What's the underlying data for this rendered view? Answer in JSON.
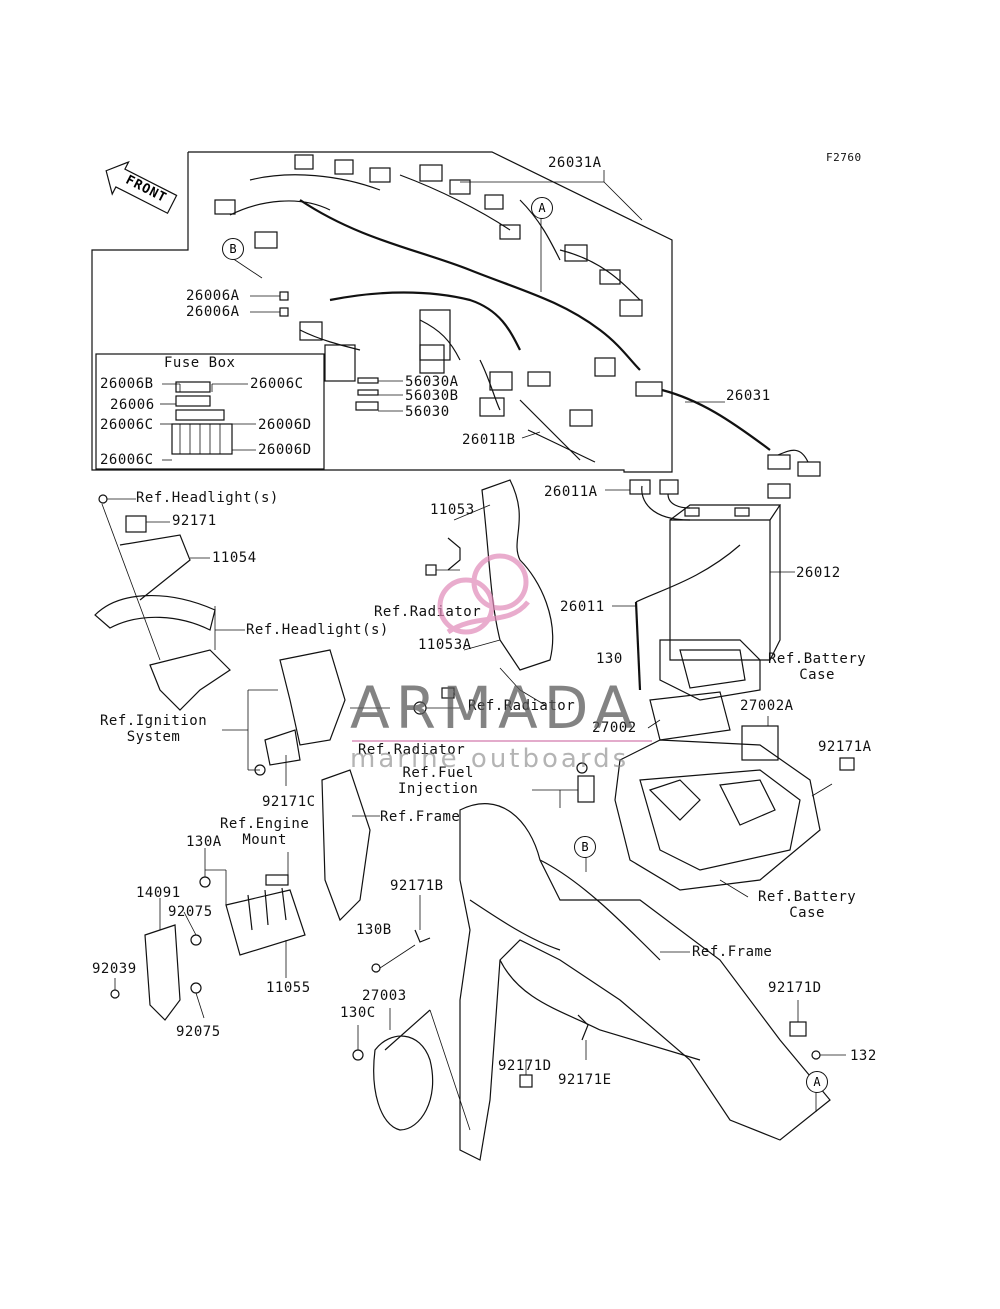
{
  "figure_id": "F2760",
  "front_label": "FRONT",
  "fuse_box_title": "Fuse Box",
  "callouts": {
    "A": "A",
    "B": "B"
  },
  "labels": {
    "p26031A": "26031A",
    "p26006A_1": "26006A",
    "p26006A_2": "26006A",
    "p26006B": "26006B",
    "p26006C_1": "26006C",
    "p26006": "26006",
    "p26006C_2": "26006C",
    "p26006D_1": "26006D",
    "p26006C_3": "26006C",
    "p26006D_2": "26006D",
    "p56030A": "56030A",
    "p56030B": "56030B",
    "p56030": "56030",
    "p26011B": "26011B",
    "p26031": "26031",
    "p26011A": "26011A",
    "ref_headlight_1": "Ref.Headlight(s)",
    "p92171": "92171",
    "p11054": "11054",
    "p11053": "11053",
    "ref_radiator_1": "Ref.Radiator",
    "p26012": "26012",
    "p26011": "26011",
    "ref_headlight_2": "Ref.Headlight(s)",
    "p11053A": "11053A",
    "p130": "130",
    "ref_battery_case_1": "Ref.Battery\nCase",
    "ref_ignition": "Ref.Ignition\nSystem",
    "ref_radiator_2": "Ref.Radiator",
    "p27002": "27002",
    "p27002A": "27002A",
    "ref_radiator_3": "Ref.Radiator",
    "ref_fuel": "Ref.Fuel\nInjection",
    "p92171A": "92171A",
    "p92171C": "92171C",
    "ref_frame_1": "Ref.Frame",
    "ref_engine_mount": "Ref.Engine\nMount",
    "p130A": "130A",
    "p92171B": "92171B",
    "ref_battery_case_2": "Ref.Battery\nCase",
    "p14091": "14091",
    "p92075_1": "92075",
    "p130B": "130B",
    "ref_frame_2": "Ref.Frame",
    "p92039": "92039",
    "p11055": "11055",
    "p27003": "27003",
    "p92171D_1": "92171D",
    "p92075_2": "92075",
    "p130C": "130C",
    "p132": "132",
    "p92171D_2": "92171D",
    "p92171E": "92171E"
  },
  "watermark": {
    "brand": "ARMADA",
    "tagline": "marine outboards",
    "accent_color": "#e08ab8"
  }
}
